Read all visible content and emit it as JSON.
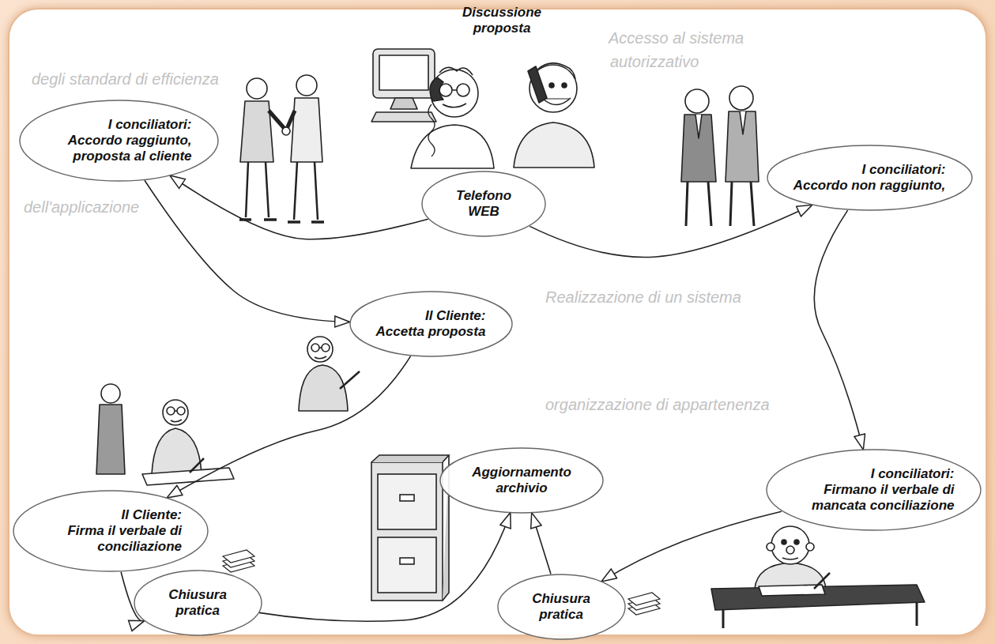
{
  "diagram": {
    "nodes": [
      {
        "text": [
          "Telefono WEB"
        ]
      },
      {
        "text": [
          "I conciliatori:",
          "Accordo raggiunto, proposta al cliente"
        ]
      },
      {
        "text": [
          "I conciliatori:",
          "Accordo non raggiunto,"
        ]
      },
      {
        "text": [
          "Il Cliente:",
          "Accetta proposta"
        ]
      },
      {
        "text": [
          "Il Cliente:",
          "Firma il verbale di conciliazione"
        ]
      },
      {
        "text": [
          "Chiusura pratica"
        ]
      },
      {
        "text": [
          "Aggiornamento archivio"
        ]
      },
      {
        "text": [
          "Chiusura pratica"
        ]
      },
      {
        "text": [
          "I conciliatori:",
          "Firmano il verbale di mancata conciliazione"
        ]
      }
    ],
    "edges": [
      {
        "from": 0,
        "to": 1,
        "arrow": "to"
      },
      {
        "from": 0,
        "to": 2,
        "arrow": "to"
      },
      {
        "from": 1,
        "to": 3,
        "arrow": "to"
      },
      {
        "from": 3,
        "to": 4,
        "arrow": "to"
      },
      {
        "from": 4,
        "to": 5,
        "arrow": "to"
      },
      {
        "from": 5,
        "to": 6,
        "arrow": "to"
      },
      {
        "from": 2,
        "to": 8,
        "arrow": "to"
      },
      {
        "from": 8,
        "to": 7,
        "arrow": "to"
      },
      {
        "from": 7,
        "to": 6,
        "arrow": "to"
      }
    ],
    "labels": [
      "Discussione proposta",
      "Accesso al sistema",
      "autorizzativo",
      "degli standard di efficienza",
      "dell'applicazione",
      "Realizzazione di un sistema",
      "organizzazione di appartenenza"
    ]
  }
}
